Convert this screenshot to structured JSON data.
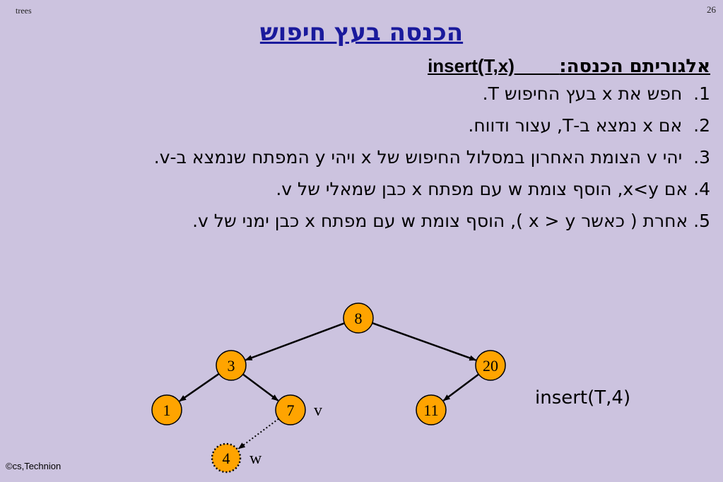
{
  "header": {
    "left": "trees",
    "page_number": "26"
  },
  "title": "הכנסה בעץ חיפוש",
  "subtitle": {
    "label": "אלגוריתם הכנסה:",
    "signature": "insert(T,x)"
  },
  "steps": [
    {
      "num": "1.",
      "text": "חפש את  x בעץ החיפוש T."
    },
    {
      "num": "2.",
      "text": "אם x נמצא ב-T, עצור ודווח."
    },
    {
      "num": "3.",
      "text": "יהי v הצומת האחרון במסלול החיפוש של x ויהי y המפתח שנמצא ב-v."
    },
    {
      "num": "4.",
      "text": "אם x<y, הוסף צומת  w עם מפתח x כבן שמאלי של v."
    },
    {
      "num": "5.",
      "text": "אחרת ( כאשר x > y ), הוסף צומת  w עם מפתח x כבן ימני של  v."
    }
  ],
  "tree": {
    "nodes": [
      {
        "id": "n8",
        "key": "8"
      },
      {
        "id": "n3",
        "key": "3"
      },
      {
        "id": "n20",
        "key": "20"
      },
      {
        "id": "n1",
        "key": "1"
      },
      {
        "id": "n7",
        "key": "7",
        "tag": "v"
      },
      {
        "id": "n11",
        "key": "11"
      },
      {
        "id": "n4",
        "key": "4",
        "tag": "w",
        "new": true
      }
    ],
    "edges": [
      {
        "from": "n8",
        "to": "n3"
      },
      {
        "from": "n8",
        "to": "n20"
      },
      {
        "from": "n3",
        "to": "n1"
      },
      {
        "from": "n3",
        "to": "n7"
      },
      {
        "from": "n20",
        "to": "n11"
      },
      {
        "from": "n7",
        "to": "n4",
        "dotted": true
      }
    ],
    "colors": {
      "node_fill": "#ffa400",
      "edge": "#000000"
    }
  },
  "call": "insert(T,4)",
  "footer": "©cs,Technion"
}
